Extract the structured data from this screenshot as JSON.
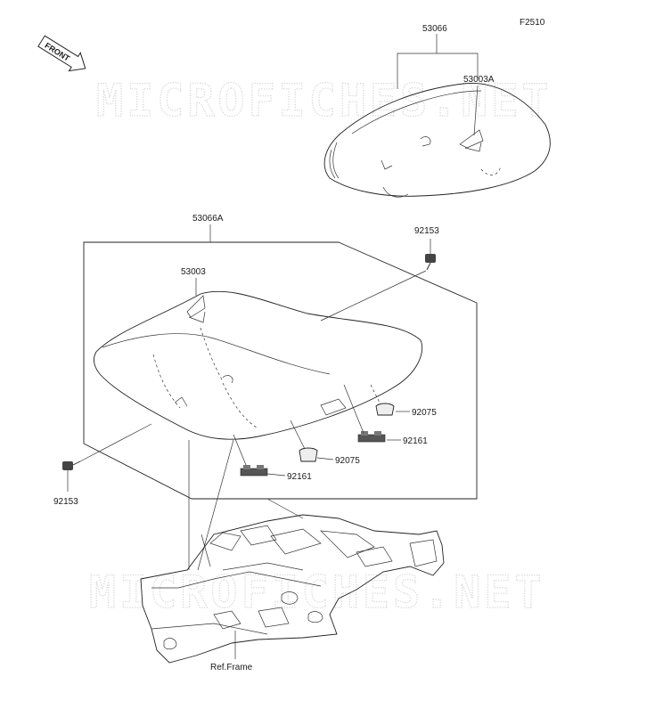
{
  "figure_code": "F2510",
  "front_indicator": "FRONT",
  "watermark": "MICROFICHES.NET",
  "parts": [
    {
      "id": "53066",
      "label": "53066"
    },
    {
      "id": "53003A",
      "label": "53003A"
    },
    {
      "id": "53066A",
      "label": "53066A"
    },
    {
      "id": "92153-top",
      "label": "92153"
    },
    {
      "id": "53003",
      "label": "53003"
    },
    {
      "id": "92075-right",
      "label": "92075"
    },
    {
      "id": "92161-right",
      "label": "92161"
    },
    {
      "id": "92075-mid",
      "label": "92075"
    },
    {
      "id": "92161-low",
      "label": "92161"
    },
    {
      "id": "92153-left",
      "label": "92153"
    }
  ],
  "reference": "Ref.Frame",
  "colors": {
    "line": "#222222",
    "watermark": "#d6d6d6",
    "background": "#ffffff"
  }
}
